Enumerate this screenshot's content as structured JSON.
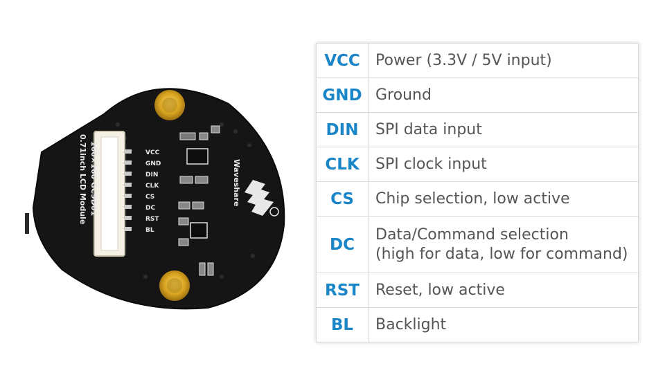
{
  "board": {
    "silk_title_1": "0.71inch LCD Module",
    "silk_title_2": "160×160   GC9D01",
    "silk_brand": "Waveshare",
    "silk_pins": [
      "VCC",
      "GND",
      "DIN",
      "CLK",
      "CS",
      "DC",
      "RST",
      "BL"
    ]
  },
  "pins": [
    {
      "pin": "VCC",
      "desc": [
        "Power (3.3V / 5V input)"
      ]
    },
    {
      "pin": "GND",
      "desc": [
        "Ground"
      ]
    },
    {
      "pin": "DIN",
      "desc": [
        "SPI data input"
      ]
    },
    {
      "pin": "CLK",
      "desc": [
        "SPI clock input"
      ]
    },
    {
      "pin": "CS",
      "desc": [
        "Chip selection, low active"
      ]
    },
    {
      "pin": "DC",
      "desc": [
        "Data/Command selection",
        "(high for data, low for command)"
      ]
    },
    {
      "pin": "RST",
      "desc": [
        "Reset, low active"
      ]
    },
    {
      "pin": "BL",
      "desc": [
        "Backlight"
      ]
    }
  ],
  "colors": {
    "pin_label": "#1a86c8",
    "description": "#555555",
    "pcb": "#151515",
    "gold": "#d9a520"
  }
}
